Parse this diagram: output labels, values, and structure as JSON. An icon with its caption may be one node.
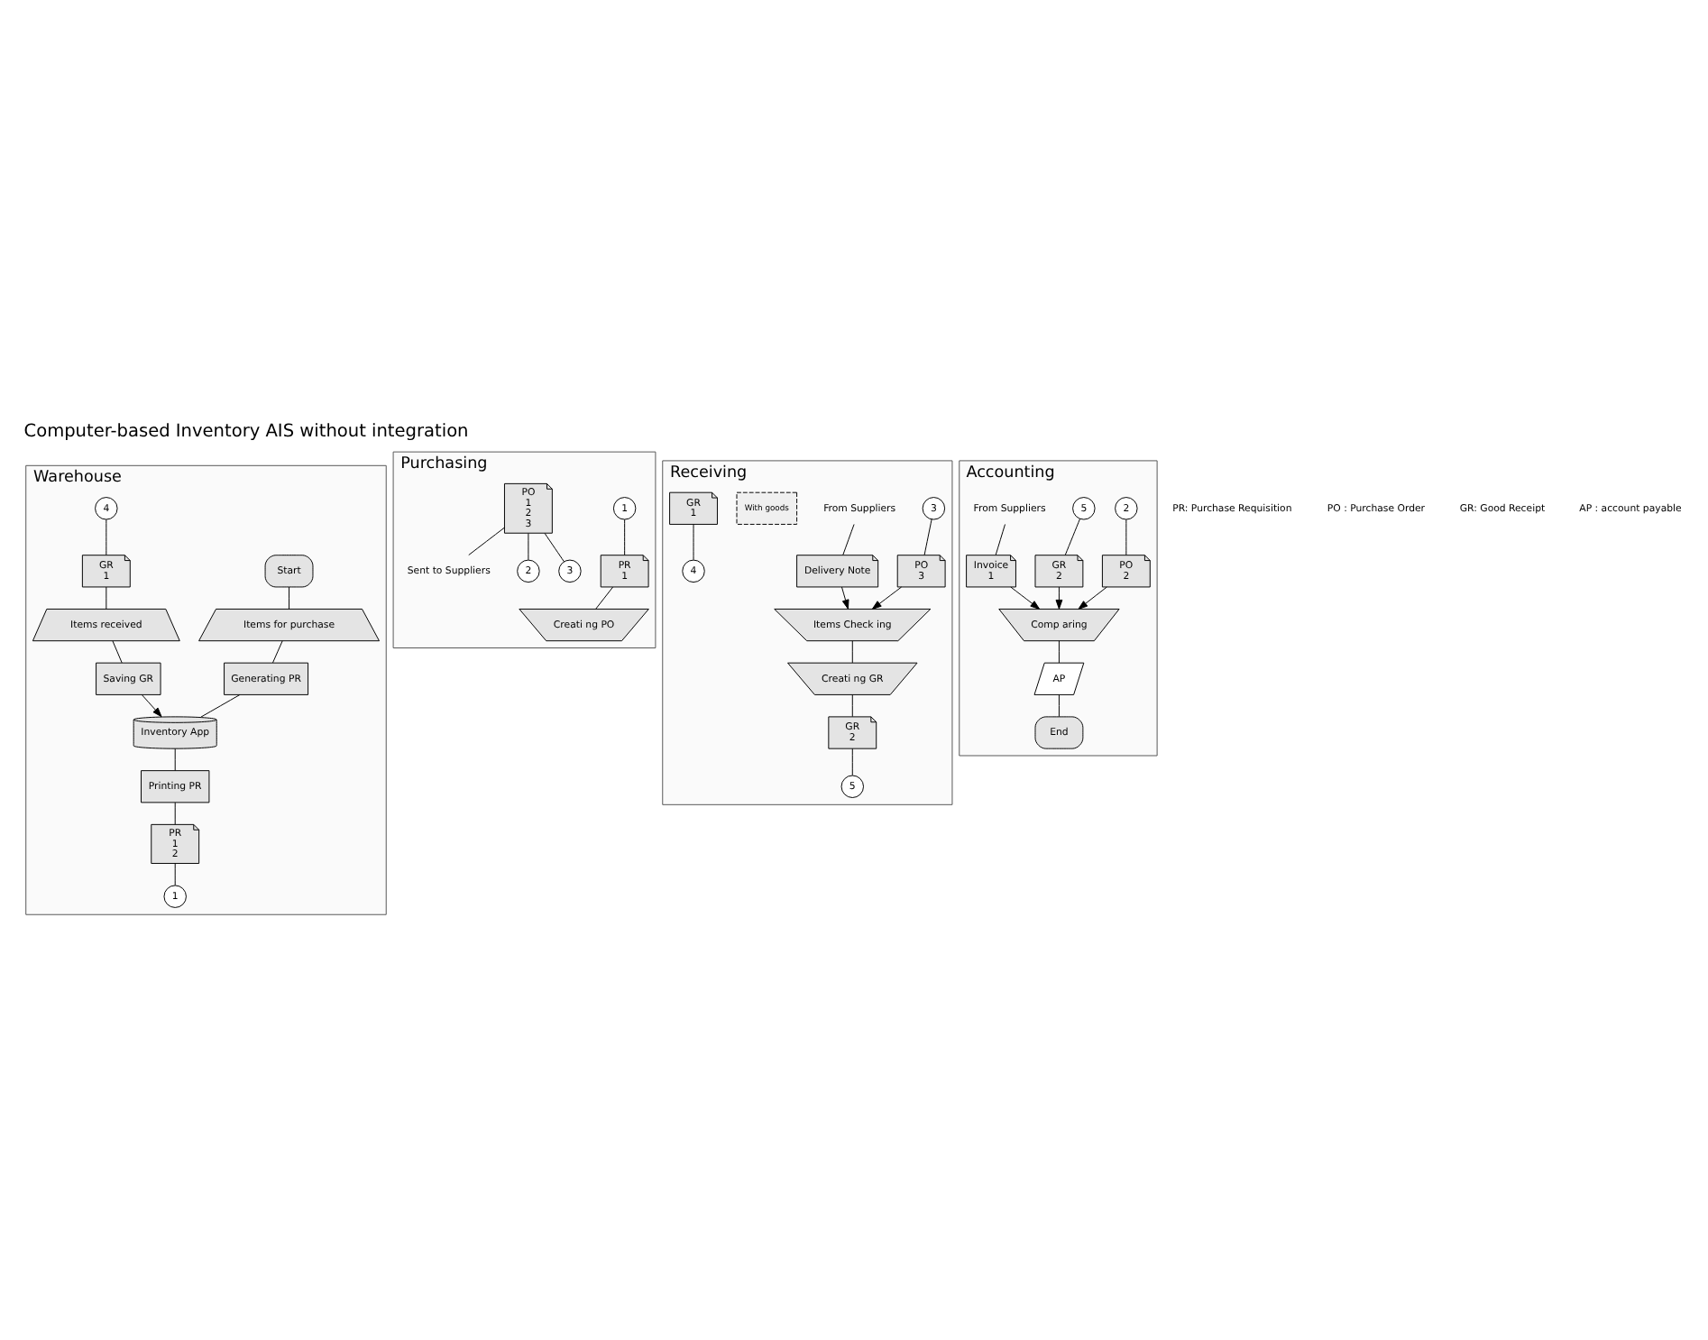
{
  "diagram": {
    "title": "Computer-based Inventory AIS without integration",
    "nodes": [
      {
        "text": [
          "Warehouse"
        ]
      },
      {
        "text": [
          "Start"
        ],
        "in": 0
      },
      {
        "text": [
          "Items for purchase"
        ],
        "in": 0
      },
      {
        "text": [
          "Generating PR"
        ],
        "in": 0
      },
      {
        "text": [
          "Inventory App"
        ],
        "in": 0
      },
      {
        "text": [
          "Printing PR"
        ],
        "in": 0
      },
      {
        "text": [
          "PR",
          "1",
          "2"
        ],
        "in": 0
      },
      {
        "text": [
          "1"
        ],
        "in": 0
      },
      {
        "text": [
          "4"
        ],
        "in": 0
      },
      {
        "text": [
          "GR",
          "1"
        ],
        "in": 0
      },
      {
        "text": [
          "Items received"
        ],
        "in": 0
      },
      {
        "text": [
          "Saving GR"
        ],
        "in": 0
      },
      {
        "text": [
          "Purchasing"
        ]
      },
      {
        "text": [
          "1"
        ],
        "in": 12
      },
      {
        "text": [
          "PR",
          "1"
        ],
        "in": 12
      },
      {
        "text": [
          "Creati ng PO"
        ],
        "in": 12
      },
      {
        "text": [
          "PO",
          "1",
          "2",
          "3"
        ],
        "in": 12
      },
      {
        "text": [
          "Sent to Suppliers"
        ],
        "in": 12
      },
      {
        "text": [
          "2"
        ],
        "in": 12
      },
      {
        "text": [
          "3"
        ],
        "in": 12
      },
      {
        "text": [
          "Receiving"
        ]
      },
      {
        "text": [
          "3"
        ],
        "in": 20
      },
      {
        "text": [
          "From Suppliers"
        ],
        "in": 20
      },
      {
        "text": [
          "With goods"
        ],
        "in": 20
      },
      {
        "text": [
          "PO",
          "3"
        ],
        "in": 20
      },
      {
        "text": [
          "Delivery Note"
        ],
        "in": 20
      },
      {
        "text": [
          "Items Check ing"
        ],
        "in": 20
      },
      {
        "text": [
          "Creati ng GR"
        ],
        "in": 20
      },
      {
        "text": [
          "GR",
          "2"
        ],
        "in": 20
      },
      {
        "text": [
          "GR",
          "1"
        ],
        "in": 20
      },
      {
        "text": [
          "4"
        ],
        "in": 20
      },
      {
        "text": [
          "5"
        ],
        "in": 20
      },
      {
        "text": [
          "Accounting"
        ]
      },
      {
        "text": [
          "2"
        ],
        "in": 32
      },
      {
        "text": [
          "5"
        ],
        "in": 32
      },
      {
        "text": [
          "From Suppliers"
        ],
        "in": 32
      },
      {
        "text": [
          "PO",
          "2"
        ],
        "in": 32
      },
      {
        "text": [
          "GR",
          "2"
        ],
        "in": 32
      },
      {
        "text": [
          "Invoice",
          "1"
        ],
        "in": 32
      },
      {
        "text": [
          "Comp aring"
        ],
        "in": 32
      },
      {
        "text": [
          "AP"
        ],
        "in": 32
      },
      {
        "text": [
          "End"
        ],
        "in": 32
      }
    ],
    "edges": [
      {
        "from": 1,
        "to": 2,
        "arrow": "none"
      },
      {
        "from": 2,
        "to": 3,
        "arrow": "none"
      },
      {
        "from": 3,
        "to": 4,
        "arrow": "none"
      },
      {
        "from": 4,
        "to": 5,
        "arrow": "none"
      },
      {
        "from": 5,
        "to": 6,
        "arrow": "none"
      },
      {
        "from": 6,
        "to": 7,
        "arrow": "none"
      },
      {
        "from": 8,
        "to": 9,
        "arrow": "none"
      },
      {
        "from": 9,
        "to": 10,
        "arrow": "none"
      },
      {
        "from": 10,
        "to": 11,
        "arrow": "none"
      },
      {
        "from": 11,
        "to": 4,
        "arrow": "to"
      },
      {
        "from": 13,
        "to": 14,
        "arrow": "none"
      },
      {
        "from": 14,
        "to": 15,
        "arrow": "none"
      },
      {
        "from": 16,
        "to": 17,
        "arrow": "none"
      },
      {
        "from": 16,
        "to": 18,
        "arrow": "none"
      },
      {
        "from": 16,
        "to": 19,
        "arrow": "none"
      },
      {
        "from": 21,
        "to": 24,
        "arrow": "none"
      },
      {
        "from": 22,
        "to": 25,
        "arrow": "none"
      },
      {
        "from": 24,
        "to": 26,
        "arrow": "to"
      },
      {
        "from": 25,
        "to": 26,
        "arrow": "to"
      },
      {
        "from": 26,
        "to": 27,
        "arrow": "none"
      },
      {
        "from": 27,
        "to": 28,
        "arrow": "none"
      },
      {
        "from": 29,
        "to": 30,
        "arrow": "none"
      },
      {
        "from": 28,
        "to": 31,
        "arrow": "none"
      },
      {
        "from": 33,
        "to": 36,
        "arrow": "none"
      },
      {
        "from": 34,
        "to": 37,
        "arrow": "none"
      },
      {
        "from": 35,
        "to": 38,
        "arrow": "none"
      },
      {
        "from": 36,
        "to": 39,
        "arrow": "to"
      },
      {
        "from": 37,
        "to": 39,
        "arrow": "to"
      },
      {
        "from": 38,
        "to": 39,
        "arrow": "to"
      },
      {
        "from": 39,
        "to": 40,
        "arrow": "none"
      },
      {
        "from": 40,
        "to": 41,
        "arrow": "none"
      }
    ],
    "labels": [
      "PR: Purchase Requisition",
      "PO : Purchase Order",
      "GR: Good Receipt",
      "AP : account payable"
    ]
  }
}
